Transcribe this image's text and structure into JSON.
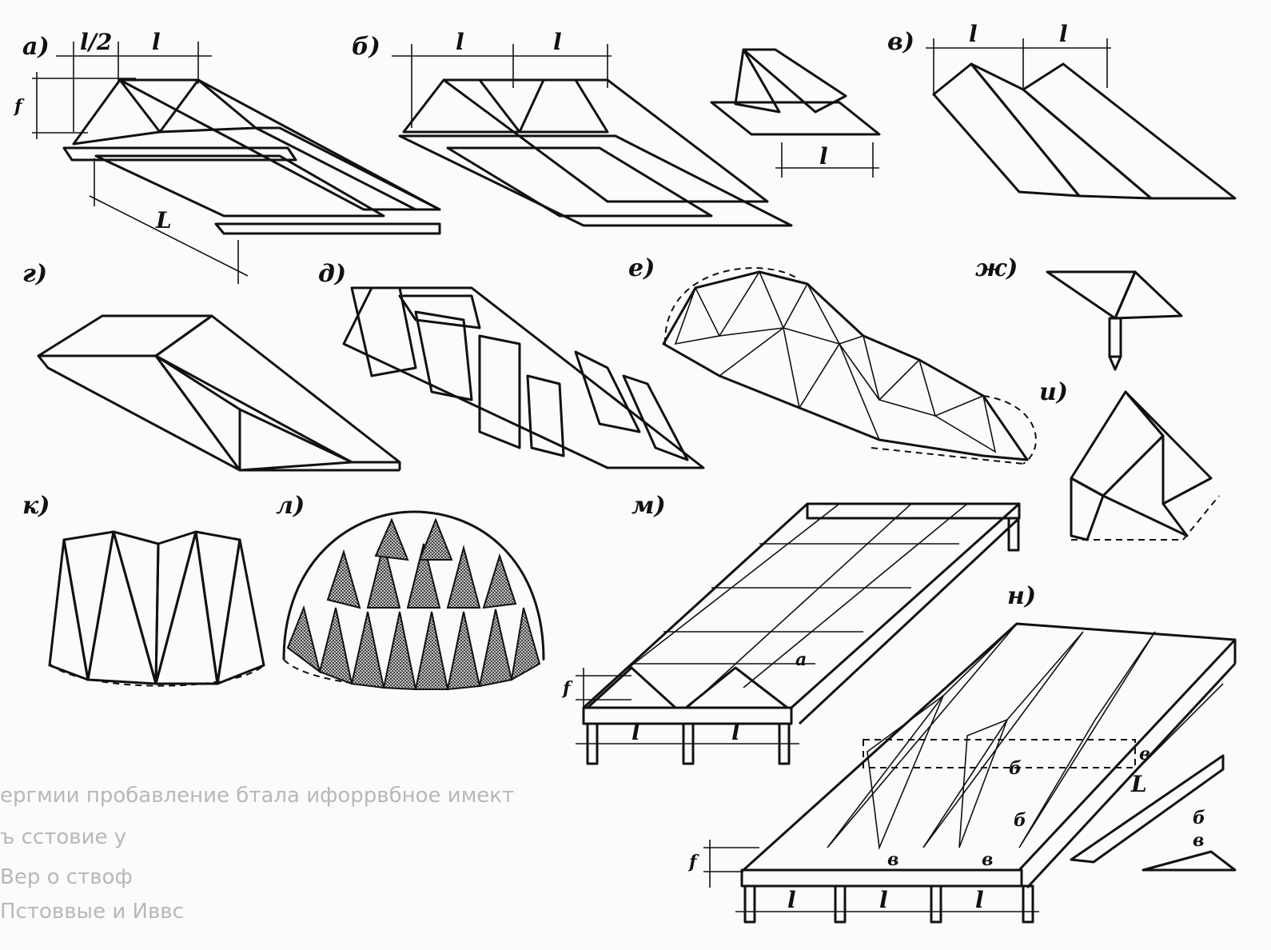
{
  "labels": {
    "a": "а)",
    "b": "б)",
    "v": "в)",
    "g": "г)",
    "d": "д)",
    "e": "е)",
    "zh": "ж)",
    "i": "и)",
    "k": "к)",
    "l": "л)",
    "m": "м)",
    "n": "н)"
  },
  "dims": {
    "half_l": "l/2",
    "l": "l",
    "L": "L",
    "f": "f",
    "a_mark": "а",
    "b_mark": "б",
    "v_mark": "в"
  },
  "faded_text": [
    "ергмии пробавление бтала ифоррвбное имект",
    "ъ сстовие у",
    "Вер о ствоф",
    "Пстоввые и Иввс"
  ],
  "colors": {
    "ink": "#111111",
    "paper": "#fbfbfb",
    "stipple": "#777777",
    "faded": "#b8b8b8"
  }
}
